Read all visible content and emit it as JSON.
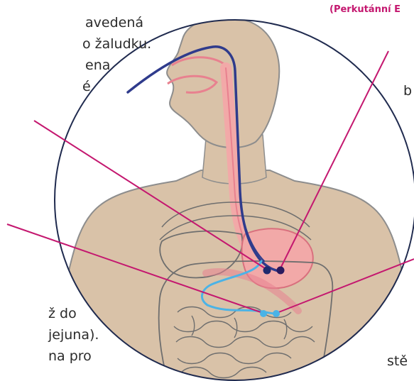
{
  "colors": {
    "skin": "#d9c2a8",
    "circle_border": "#1f2a4e",
    "organ_outline": "#6e6e6e",
    "pointer": "#c4176f",
    "nasogastric_tube": "#2f3b8c",
    "jejunal_tube": "#4bb3e6",
    "stomach_fill": "#f2a9a8",
    "oesophagus": "#e8818f"
  },
  "header_text": "(Perkutánní E",
  "left_text": {
    "line1": "avedená",
    "line2": "o žaludku.",
    "line3": "ena",
    "line4": "é",
    "line5": "ž do",
    "line6": "jejuna).",
    "line7": "na pro"
  },
  "right_text": {
    "line1": "b",
    "line2": "stě"
  }
}
